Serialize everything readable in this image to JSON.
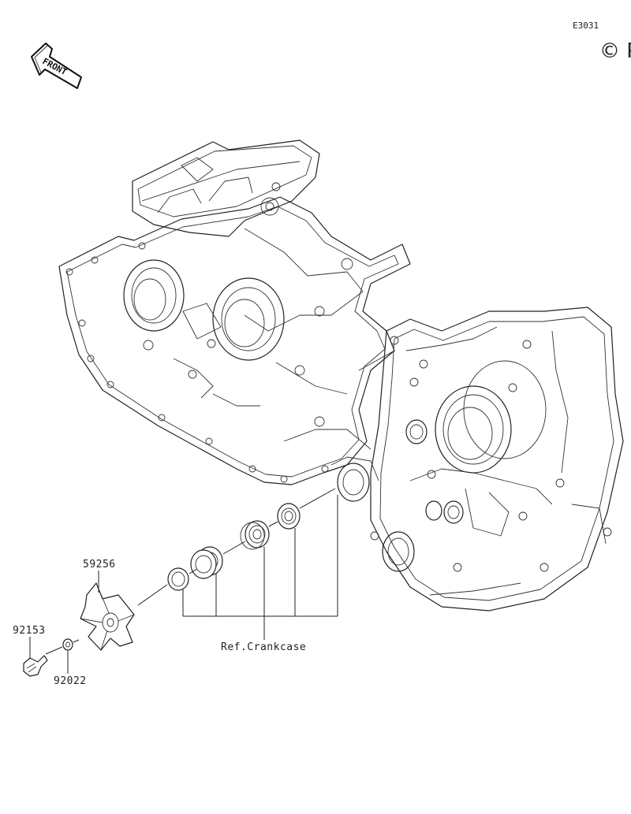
{
  "diagram": {
    "code": "E3031",
    "copyright_mark": "© P",
    "front_label": "FRONT",
    "reference_label": "Ref.Crankcase",
    "parts": [
      {
        "number": "59256"
      },
      {
        "number": "92153"
      },
      {
        "number": "92022"
      }
    ]
  }
}
